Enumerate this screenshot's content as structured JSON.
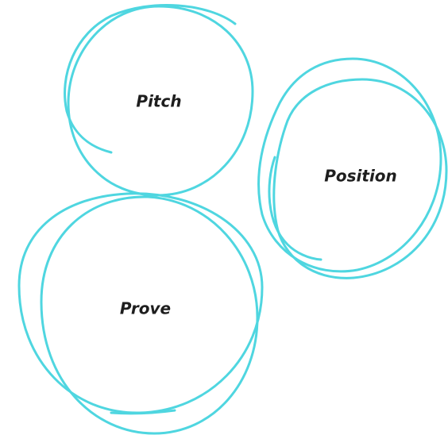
{
  "colors": {
    "stroke": "#4fd6e0",
    "text": "#1e1e1e",
    "background": "#ffffff"
  },
  "bubbles": [
    {
      "id": "pitch",
      "label": "Pitch"
    },
    {
      "id": "position",
      "label": "Position"
    },
    {
      "id": "prove",
      "label": "Prove"
    }
  ]
}
